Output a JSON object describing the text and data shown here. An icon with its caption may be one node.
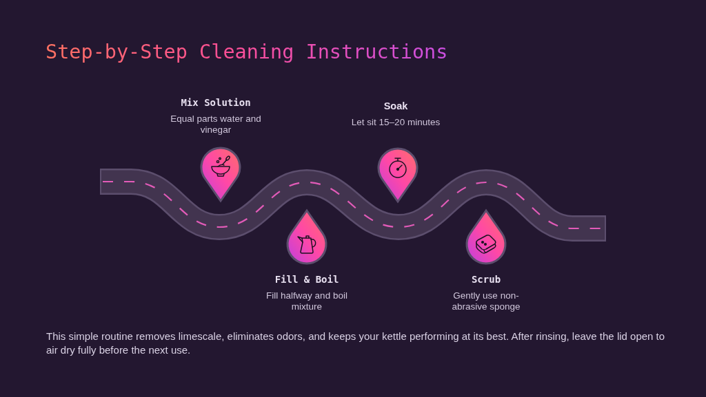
{
  "diagram": {
    "title": "Step-by-Step Cleaning Instructions",
    "caption": "This simple routine removes limescale, eliminates odors, and keeps your kettle performing at its best. After rinsing, leave the lid open to air dry fully before the next use.",
    "nodes": [
      {
        "text": [
          "Mix Solution",
          "Equal parts water and vinegar"
        ]
      },
      {
        "text": [
          "Fill & Boil",
          "Fill halfway and boil mixture"
        ]
      },
      {
        "text": [
          "Soak",
          "Let sit 15–20 minutes"
        ]
      },
      {
        "text": [
          "Scrub",
          "Gently use non-abrasive sponge"
        ]
      }
    ]
  }
}
